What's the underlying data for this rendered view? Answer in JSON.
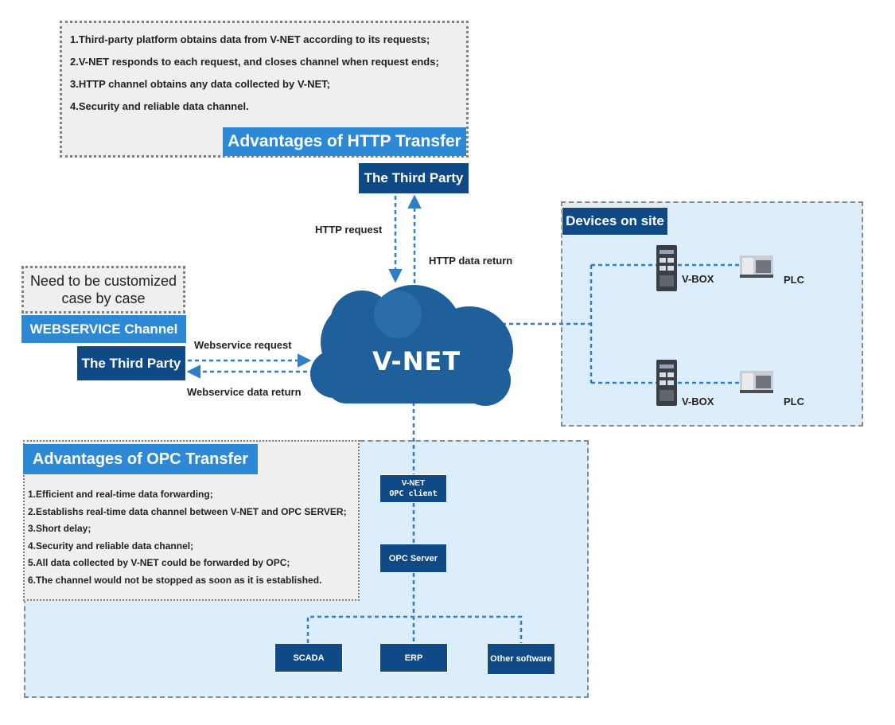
{
  "http": {
    "points": [
      "1.Third-party platform obtains data from V-NET according to its requests;",
      "2.V-NET responds to each request, and closes channel when request ends;",
      "3.HTTP channel obtains any data collected by V-NET;",
      "4.Security and reliable data channel."
    ],
    "title": "Advantages of HTTP Transfer",
    "third_party": "The Third Party",
    "request_label": "HTTP request",
    "return_label": "HTTP data return"
  },
  "webservice": {
    "note_line1": "Need to be customized",
    "note_line2": "case by case",
    "title": "WEBSERVICE Channel",
    "third_party": "The Third Party",
    "request_label": "Webservice request",
    "return_label": "Webservice data return"
  },
  "cloud": {
    "label": "V-NET"
  },
  "devices": {
    "title": "Devices on site",
    "vbox_label": "V-BOX",
    "plc_label": "PLC"
  },
  "opc": {
    "title": "Advantages of OPC Transfer",
    "points": [
      "1.Efficient and real-time data forwarding;",
      "2.Establishs real-time data channel between V-NET and OPC SERVER;",
      "3.Short delay;",
      "4.Security and reliable data channel;",
      "5.All data collected by V-NET could be forwarded by OPC;",
      "6.The channel would not be stopped as soon as it is established."
    ],
    "client_line1": "V-NET",
    "client_line2": "OPC client",
    "server": "OPC Server",
    "scada": "SCADA",
    "erp": "ERP",
    "other": "Other software"
  },
  "colors": {
    "blue_label": "#2d88d6",
    "navy_label": "#0f4a86",
    "cloud": "#1f5f9a",
    "zone": "#dceefc",
    "dash_line": "#2f7fc8"
  }
}
